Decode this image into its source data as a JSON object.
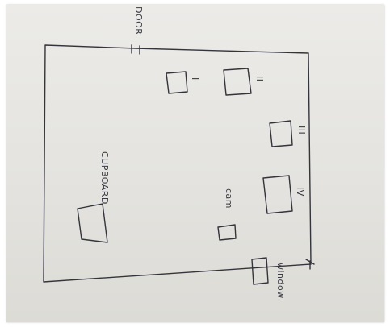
{
  "diagram": {
    "labels": {
      "door": "DOOR",
      "cupboard": "CUPBOARD",
      "window": "window",
      "cam": "cam",
      "box_1": "I",
      "box_2": "II",
      "box_3": "III",
      "box_4": "IV"
    },
    "colors": {
      "paper": "#e6e5e1",
      "ink": "#34343c"
    }
  }
}
